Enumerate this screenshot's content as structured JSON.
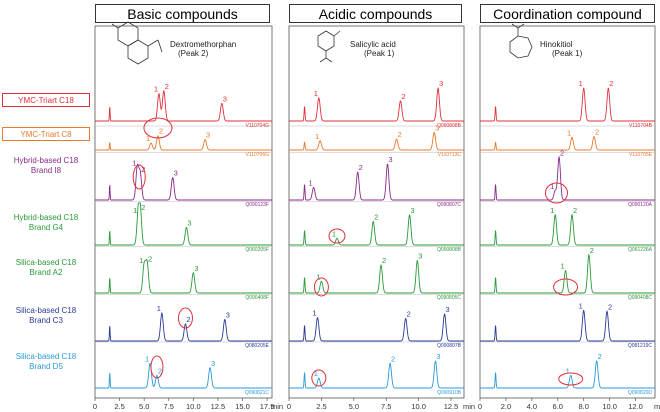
{
  "headers": [
    {
      "label": "Basic compounds",
      "color": "#2b3a9a"
    },
    {
      "label": "Acidic compounds",
      "color": "#e88a2c"
    },
    {
      "label": "Coordination compound",
      "color": "#22a03c"
    }
  ],
  "compounds": [
    {
      "name": "Dextromethorphan",
      "peak": "(Peak 2)"
    },
    {
      "name": "Salicylic acid",
      "peak": "(Peak 1)"
    },
    {
      "name": "Hinokitiol",
      "peak": "(Peak 1)"
    }
  ],
  "rows": [
    {
      "label": "YMC-Triart C18",
      "color": "#e0303a",
      "boxed": true
    },
    {
      "label": "YMC-Triart C8",
      "color": "#e8782c",
      "boxed": true
    },
    {
      "label": "Hybrid-based C18\nBrand I8",
      "color": "#8a2a8a",
      "boxed": false
    },
    {
      "label": "Hybrid-based C18\nBrand G4",
      "color": "#2a9a3a",
      "boxed": false
    },
    {
      "label": "Silica-based C18\nBrand A2",
      "color": "#2a9a3a",
      "boxed": false
    },
    {
      "label": "Silica-based C18\nBrand C3",
      "color": "#2a3a9a",
      "boxed": false
    },
    {
      "label": "Silica-based C18\nBrand D5",
      "color": "#2a9ad8",
      "boxed": false
    }
  ],
  "chart_data": [
    {
      "type": "line",
      "title": "Basic compounds",
      "xlabel": "min",
      "xlim": [
        0,
        18
      ],
      "ticks": [
        "0",
        "2.5",
        "5.0",
        "7.5",
        "10.0",
        "12.5",
        "15.0",
        "17.5"
      ],
      "tick_values": [
        0,
        2.5,
        5,
        7.5,
        10,
        12.5,
        15,
        17.5
      ],
      "series": [
        {
          "code": "V110704G",
          "inject": 1.5,
          "peaks": [
            {
              "t": 6.5,
              "h": 0.65,
              "label": "1"
            },
            {
              "t": 7.0,
              "h": 0.72,
              "label": "2"
            },
            {
              "t": 12.9,
              "h": 0.42,
              "label": "3"
            }
          ]
        },
        {
          "code": "V110706G",
          "inject": 1.5,
          "peaks": [
            {
              "t": 5.7,
              "h": 0.3,
              "label": "1"
            },
            {
              "t": 6.4,
              "h": 0.62,
              "label": "2"
            },
            {
              "t": 11.2,
              "h": 0.45,
              "label": "3"
            }
          ]
        },
        {
          "code": "Q090123F",
          "inject": 1.5,
          "peaks": [
            {
              "t": 4.3,
              "h": 0.72,
              "label": "1"
            },
            {
              "t": 4.6,
              "h": 0.58,
              "label": "2"
            },
            {
              "t": 7.9,
              "h": 0.5,
              "label": "3"
            }
          ]
        },
        {
          "code": "Q060205F",
          "inject": 1.5,
          "peaks": [
            {
              "t": 4.4,
              "h": 0.72,
              "label": "1"
            },
            {
              "t": 4.6,
              "h": 0.78,
              "label": "2"
            },
            {
              "t": 9.3,
              "h": 0.42,
              "label": "3"
            }
          ]
        },
        {
          "code": "Q090408F",
          "inject": 1.5,
          "peaks": [
            {
              "t": 5.0,
              "h": 0.62,
              "label": "1"
            },
            {
              "t": 5.3,
              "h": 0.66,
              "label": "2"
            },
            {
              "t": 10.0,
              "h": 0.45,
              "label": "3"
            }
          ]
        },
        {
          "code": "Q080205E",
          "inject": 1.5,
          "peaks": [
            {
              "t": 6.8,
              "h": 0.62,
              "label": "1"
            },
            {
              "t": 9.2,
              "h": 0.38,
              "label": "2"
            },
            {
              "t": 13.2,
              "h": 0.48,
              "label": "3"
            }
          ]
        },
        {
          "code": "Q090821C",
          "inject": 1.5,
          "peaks": [
            {
              "t": 5.6,
              "h": 0.55,
              "label": "1"
            },
            {
              "t": 6.3,
              "h": 0.28,
              "label": "2"
            },
            {
              "t": 11.7,
              "h": 0.45,
              "label": "3"
            }
          ]
        }
      ]
    },
    {
      "type": "line",
      "title": "Acidic compounds",
      "xlabel": "min",
      "xlim": [
        0,
        13.5
      ],
      "ticks": [
        "0",
        "2.5",
        "5.0",
        "7.5",
        "10.0",
        "12.5"
      ],
      "tick_values": [
        0,
        2.5,
        5,
        7.5,
        10,
        12.5
      ],
      "series": [
        {
          "code": "Q090808B",
          "inject": 1.2,
          "peaks": [
            {
              "t": 2.3,
              "h": 0.55,
              "label": "1"
            },
            {
              "t": 8.6,
              "h": 0.48,
              "label": "2"
            },
            {
              "t": 11.5,
              "h": 0.78,
              "label": "3"
            }
          ]
        },
        {
          "code": "V110713C",
          "inject": 1.2,
          "peaks": [
            {
              "t": 2.4,
              "h": 0.4,
              "label": "1"
            },
            {
              "t": 8.3,
              "h": 0.48,
              "label": "2"
            },
            {
              "t": 11.2,
              "h": 0.76,
              "label": "3"
            }
          ]
        },
        {
          "code": "Q090807C",
          "inject": 1.2,
          "peaks": [
            {
              "t": 1.9,
              "h": 0.28,
              "label": "1"
            },
            {
              "t": 5.3,
              "h": 0.62,
              "label": "2"
            },
            {
              "t": 7.6,
              "h": 0.8,
              "label": "3"
            }
          ]
        },
        {
          "code": "Q090808B",
          "inject": 1.2,
          "peaks": [
            {
              "t": 3.7,
              "h": 0.16,
              "label": "1"
            },
            {
              "t": 6.5,
              "h": 0.56,
              "label": "2"
            },
            {
              "t": 9.3,
              "h": 0.72,
              "label": "3"
            }
          ]
        },
        {
          "code": "Q090805C",
          "inject": 1.2,
          "peaks": [
            {
              "t": 2.5,
              "h": 0.26,
              "label": "1"
            },
            {
              "t": 7.1,
              "h": 0.62,
              "label": "2"
            },
            {
              "t": 9.9,
              "h": 0.72,
              "label": "3"
            }
          ]
        },
        {
          "code": "Q090807B",
          "inject": 1.2,
          "peaks": [
            {
              "t": 2.2,
              "h": 0.52,
              "label": "1"
            },
            {
              "t": 9.0,
              "h": 0.5,
              "label": "2"
            },
            {
              "t": 12.0,
              "h": 0.6,
              "label": "3"
            }
          ]
        },
        {
          "code": "Q090910B",
          "inject": 1.2,
          "peaks": [
            {
              "t": 2.3,
              "h": 0.22,
              "label": "1"
            },
            {
              "t": 7.8,
              "h": 0.55,
              "label": "2"
            },
            {
              "t": 11.3,
              "h": 0.6,
              "label": "3"
            }
          ]
        }
      ]
    },
    {
      "type": "line",
      "title": "Coordination compound",
      "xlabel": "min",
      "xlim": [
        0,
        13.5
      ],
      "ticks": [
        "0",
        "2.0",
        "4.0",
        "6.0",
        "8.0",
        "10.0",
        "12.0"
      ],
      "tick_values": [
        0,
        2,
        4,
        6,
        8,
        10,
        12
      ],
      "series": [
        {
          "code": "V110704B",
          "inject": 1.2,
          "peaks": [
            {
              "t": 8.0,
              "h": 0.78,
              "label": "1"
            },
            {
              "t": 9.9,
              "h": 0.78,
              "label": "2"
            }
          ]
        },
        {
          "code": "V110705E",
          "inject": 1.2,
          "peaks": [
            {
              "t": 7.1,
              "h": 0.55,
              "label": "1"
            },
            {
              "t": 8.8,
              "h": 0.58,
              "label": "2"
            }
          ]
        },
        {
          "code": "Q090120A",
          "inject": 1.2,
          "peaks": [
            {
              "t": 5.8,
              "h": 0.2,
              "label": "1"
            },
            {
              "t": 6.1,
              "h": 0.95,
              "label": "2"
            }
          ]
        },
        {
          "code": "Q061226A",
          "inject": 1.2,
          "peaks": [
            {
              "t": 5.8,
              "h": 0.72,
              "label": "1"
            },
            {
              "t": 7.1,
              "h": 0.72,
              "label": "2"
            }
          ]
        },
        {
          "code": "Q090408C",
          "inject": 1.2,
          "peaks": [
            {
              "t": 6.6,
              "h": 0.5,
              "label": "1"
            },
            {
              "t": 8.4,
              "h": 0.85,
              "label": "2"
            }
          ]
        },
        {
          "code": "Q081219C",
          "inject": 1.2,
          "peaks": [
            {
              "t": 8.0,
              "h": 0.68,
              "label": "1"
            },
            {
              "t": 9.8,
              "h": 0.66,
              "label": "2"
            }
          ]
        },
        {
          "code": "Q090820D",
          "inject": 1.2,
          "peaks": [
            {
              "t": 7.0,
              "h": 0.28,
              "label": "1"
            },
            {
              "t": 9.0,
              "h": 0.6,
              "label": "2"
            }
          ]
        }
      ]
    }
  ],
  "unit_label": "min"
}
